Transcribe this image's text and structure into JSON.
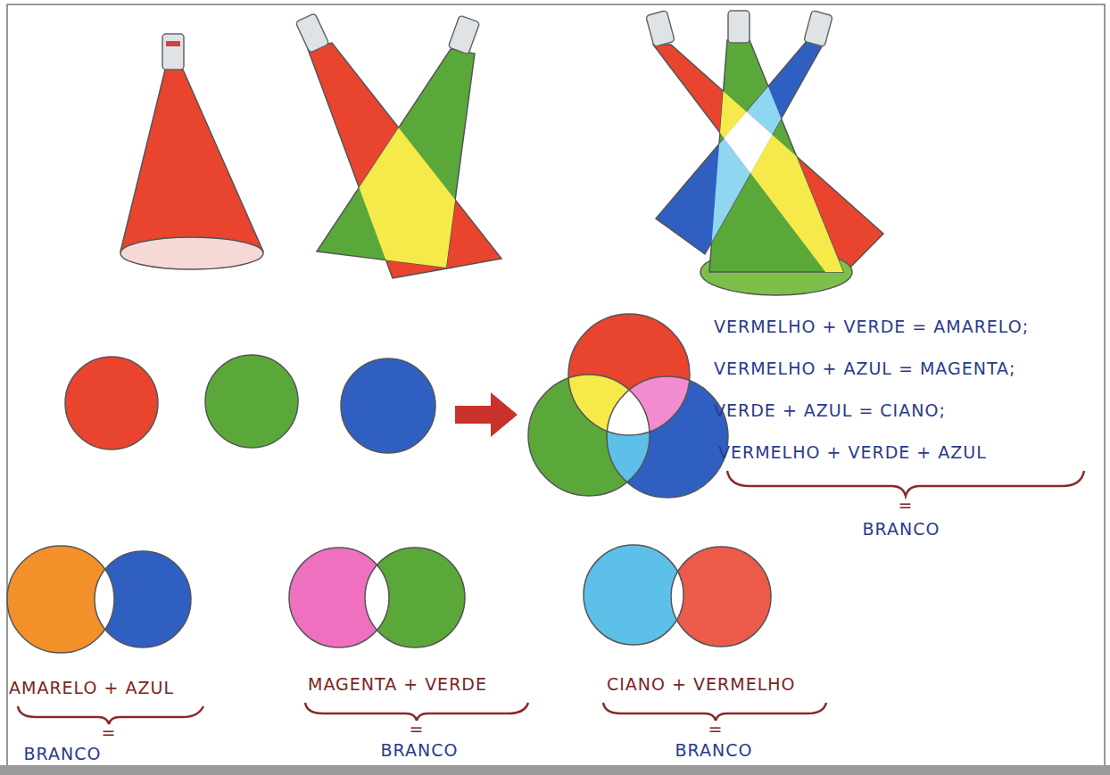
{
  "diagram": {
    "labels": [
      "VERMELHO + VERDE = AMARELO;",
      "VERMELHO + AZUL = MAGENTA;",
      "VERDE + AZUL = CIANO;",
      "VERMELHO + VERDE + AZUL",
      "=",
      "BRANCO",
      "AMARELO + AZUL",
      "=",
      "BRANCO",
      "MAGENTA + VERDE",
      "=",
      "BRANCO",
      "CIANO + VERMELHO",
      "=",
      "BRANCO"
    ]
  }
}
